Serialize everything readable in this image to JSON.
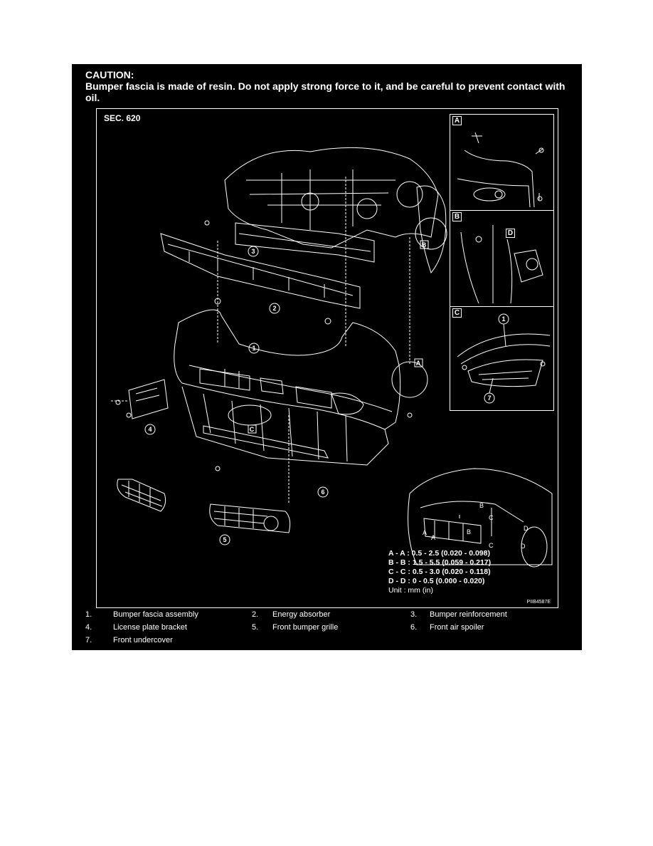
{
  "caution": {
    "title": "CAUTION:",
    "text": "Bumper fascia is made of resin. Do not apply strong force to it, and be careful to prevent contact with oil."
  },
  "diagram": {
    "section": "SEC. 620",
    "figure_code": "PIIB4587E",
    "callouts": [
      "1",
      "2",
      "3",
      "4",
      "5",
      "6",
      "7"
    ],
    "inset_labels": [
      "A",
      "B",
      "C",
      "D"
    ],
    "detail_tags": [
      "A",
      "B",
      "C"
    ],
    "gap_letters": [
      "A",
      "A",
      "B",
      "B",
      "C",
      "C",
      "D",
      "D"
    ],
    "clearances": [
      "A - A : 0.5 - 2.5 (0.020 - 0.098)",
      "B - B : 1.5 - 5.5 (0.059 - 0.217)",
      "C - C : 0.5 - 3.0 (0.020 - 0.118)",
      "D - D : 0 - 0.5    (0.000 - 0.020)"
    ],
    "unit": "Unit : mm (in)"
  },
  "legend": [
    {
      "num": "1.",
      "label": "Bumper fascia assembly"
    },
    {
      "num": "2.",
      "label": "Energy absorber"
    },
    {
      "num": "3.",
      "label": "Bumper reinforcement"
    },
    {
      "num": "4.",
      "label": "License plate bracket"
    },
    {
      "num": "5.",
      "label": "Front bumper grille"
    },
    {
      "num": "6.",
      "label": "Front air spoiler"
    },
    {
      "num": "7.",
      "label": "Front undercover"
    }
  ]
}
